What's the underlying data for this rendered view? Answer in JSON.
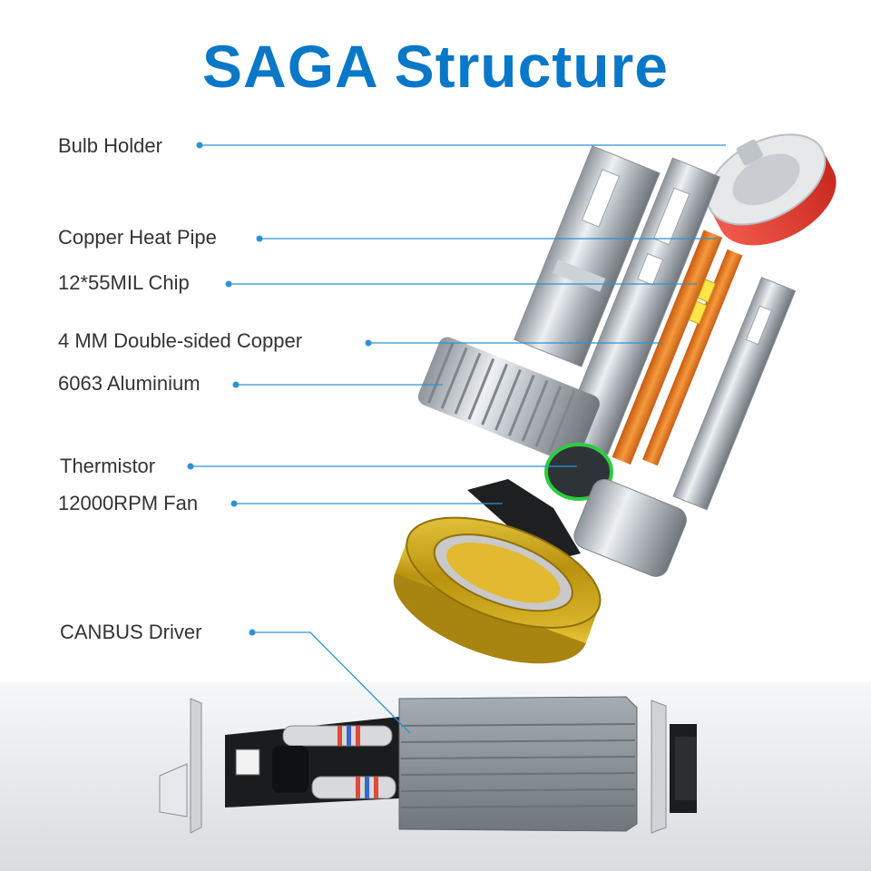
{
  "title": "SAGA Structure",
  "labels": [
    {
      "id": "bulb_holder",
      "text": "Bulb Holder"
    },
    {
      "id": "copper_heat_pipe",
      "text": "Copper Heat Pipe"
    },
    {
      "id": "chip",
      "text": "12*55MIL Chip"
    },
    {
      "id": "double_sided_copper",
      "text": "4 MM Double-sided Copper"
    },
    {
      "id": "aluminium",
      "text": "6063 Aluminium"
    },
    {
      "id": "thermistor",
      "text": "Thermistor"
    },
    {
      "id": "fan",
      "text": "12000RPM Fan"
    },
    {
      "id": "canbus_driver",
      "text": "CANBUS Driver"
    }
  ],
  "colors": {
    "title": "#0a78c8",
    "leader_line": "#2a93d5",
    "label_text": "#333333",
    "heat_pipe": "#e8781e",
    "bulb_holder_ring": "#e53a2f",
    "fan_ring": "#d8b21a",
    "driver_box": "#8d969c"
  }
}
